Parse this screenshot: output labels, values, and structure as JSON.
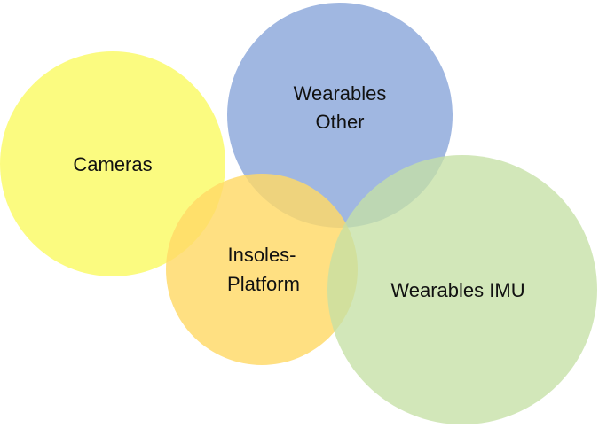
{
  "diagram": {
    "type": "venn",
    "circles": [
      {
        "id": "cameras",
        "lines": [
          "Cameras"
        ],
        "color": "#fbfb6e"
      },
      {
        "id": "wearables-other",
        "lines": [
          "Wearables",
          "Other"
        ],
        "color": "#8faadc"
      },
      {
        "id": "insoles-platform",
        "lines": [
          "Insoles-",
          "Platform"
        ],
        "color": "#ffd966"
      },
      {
        "id": "wearables-imu",
        "lines": [
          "Wearables IMU"
        ],
        "color": "#c5e0a5"
      }
    ]
  }
}
